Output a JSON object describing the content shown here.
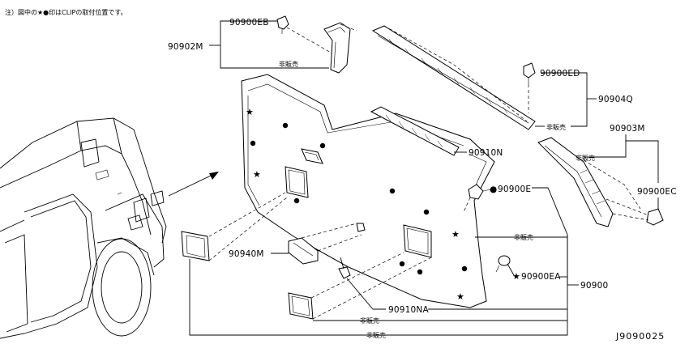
{
  "note": "注）図中の★●印はCLIPの取付位置です。",
  "diagram_code": "J9090025",
  "not_for_sale": "非販売",
  "labels": {
    "p90900EB": "90900EB",
    "p90902M": "90902M",
    "p90900ED": "90900ED",
    "p90904Q": "90904Q",
    "p90903M": "90903M",
    "p90910N": "90910N",
    "p90900E": "90900E",
    "p90900EC": "90900EC",
    "p90940M": "90940M",
    "p90900EA": "90900EA",
    "p90900": "90900",
    "p90910NA": "90910NA"
  },
  "colors": {
    "line": "#000000",
    "background": "#ffffff"
  }
}
